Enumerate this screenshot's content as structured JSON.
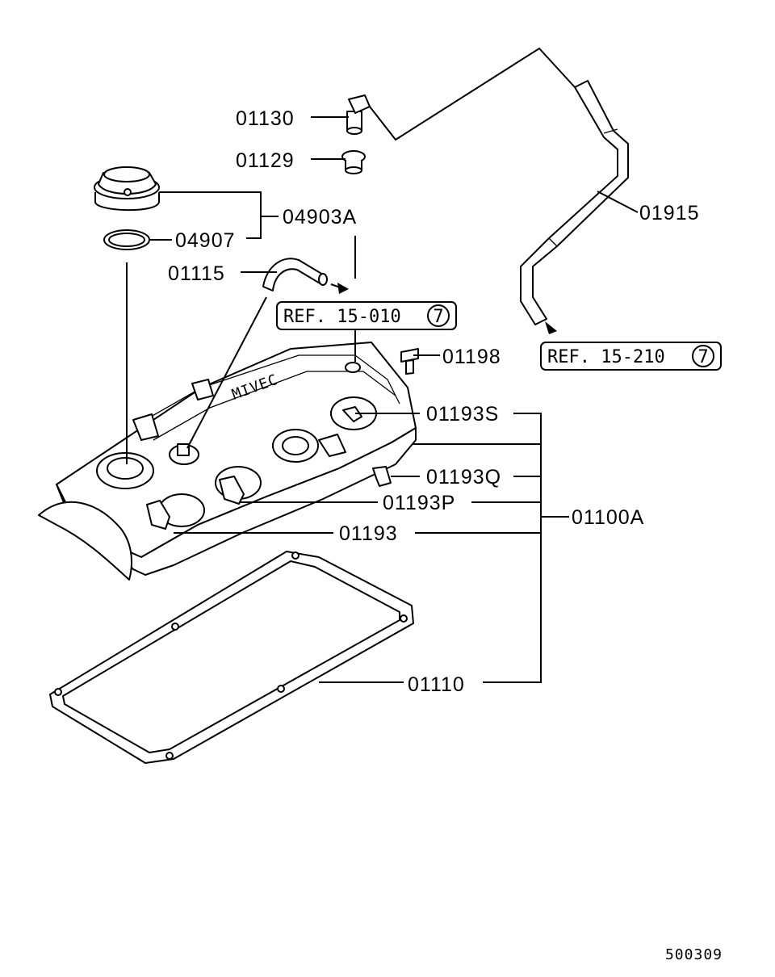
{
  "figure_code": "500309",
  "labels": {
    "p01130": "01130",
    "p01129": "01129",
    "p04903A": "04903A",
    "p04907": "04907",
    "p01115": "01115",
    "p01915": "01915",
    "p01198": "01198",
    "p01193S": "01193S",
    "p01193Q": "01193Q",
    "p01193P": "01193P",
    "p01193": "01193",
    "p01100A": "01100A",
    "p01110": "01110"
  },
  "references": {
    "ref1": {
      "text": "REF. 15-010",
      "number": "7"
    },
    "ref2": {
      "text": "REF. 15-210",
      "number": "7"
    }
  }
}
